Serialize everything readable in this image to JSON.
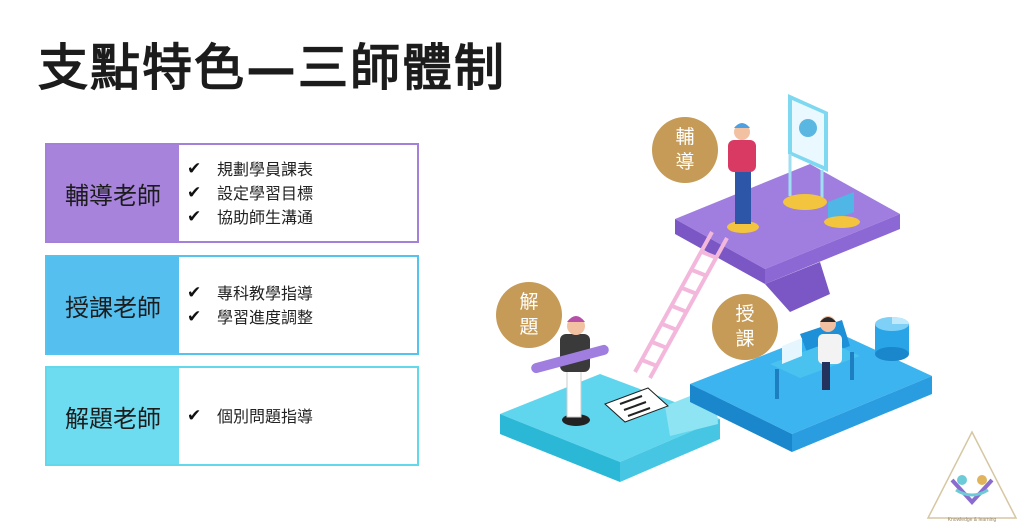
{
  "title": "支點特色—三師體制",
  "roles": [
    {
      "label": "輔導老師",
      "tasks": [
        "規劃學員課表",
        "設定學習目標",
        "協助師生溝通"
      ]
    },
    {
      "label": "授課老師",
      "tasks": [
        "專科教學指導",
        "學習進度調整"
      ]
    },
    {
      "label": "解題老師",
      "tasks": [
        "個別問題指導"
      ]
    }
  ],
  "check_mark": "✔",
  "badges": {
    "tutor": "輔\n導",
    "solve": "解\n題",
    "teach": "授\n課"
  },
  "logo_caption": "Knowledge & learning",
  "colors": {
    "purple": "#a783dc",
    "blue": "#55bff0",
    "cyan": "#6ddcf0",
    "gold": "#c59b57"
  },
  "icons": [
    "check-icon",
    "presentation-board-icon",
    "ladder-icon",
    "laptop-icon",
    "exam-paper-icon",
    "brand-logo-icon"
  ]
}
